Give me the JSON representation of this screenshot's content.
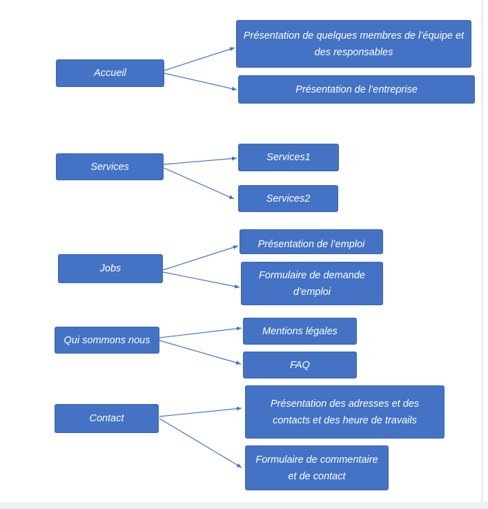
{
  "diagram": {
    "colors": {
      "box_fill": "#4472c4",
      "box_text": "#ffffff",
      "arrow": "#4472c4"
    },
    "groups": [
      {
        "id": "accueil",
        "label": "Accueil",
        "children": [
          "Présentation de quelques membres de l’équipe et des responsables",
          "Présentation de l’entreprise"
        ]
      },
      {
        "id": "services",
        "label": "Services",
        "children": [
          "Services1",
          "Services2"
        ]
      },
      {
        "id": "jobs",
        "label": "Jobs",
        "children": [
          "Présentation de l’emploi",
          "Formulaire de demande d’emploi"
        ]
      },
      {
        "id": "qui-sommons-nous",
        "label": "Qui sommons nous",
        "children": [
          "Mentions légales",
          "FAQ"
        ]
      },
      {
        "id": "contact",
        "label": "Contact",
        "children": [
          "Présentation des adresses et des contacts et des heure de travails",
          "Formulaire de commentaire et de contact"
        ]
      }
    ]
  }
}
